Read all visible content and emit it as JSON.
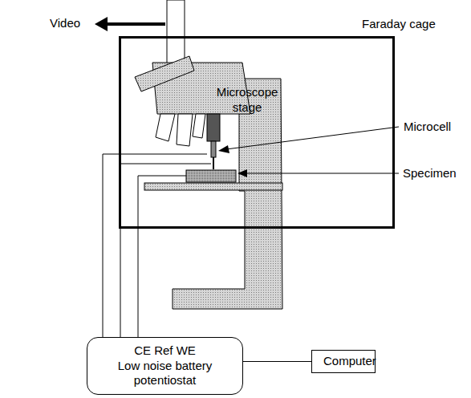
{
  "diagram": {
    "nodes": [
      {
        "text": [
          "Faraday cage"
        ]
      },
      {
        "text": [
          "CE Ref WE",
          "Low noise battery potentiostat"
        ]
      },
      {
        "text": [
          "Computer"
        ]
      }
    ],
    "edges": [
      {
        "from": 1,
        "to": 2,
        "arrow": "none"
      }
    ],
    "labels": [
      "Video",
      "Microscope stage",
      "Microcell",
      "Specimen"
    ]
  }
}
